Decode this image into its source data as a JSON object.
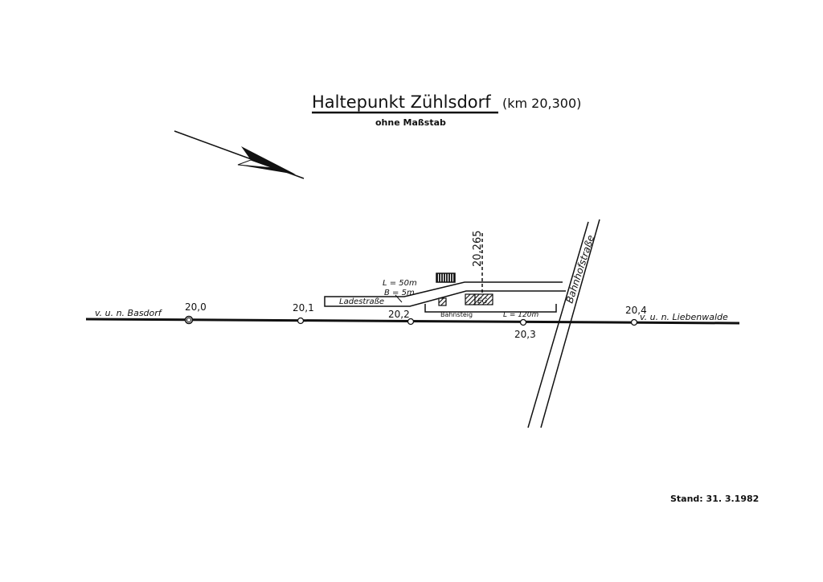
{
  "title": "Haltepunkt  Zühlsdorf",
  "title_km": "(km 20,300)",
  "subtitle": "ohne Maßstab",
  "stand": "Stand:  31. 3.1982",
  "labels": {
    "from": "v. u. n.  Basdorf",
    "to": "v. u. n.  Liebenwalde",
    "km200": "20,0",
    "km201": "20,1",
    "km202": "20,2",
    "km203": "20,3",
    "km204": "20,4",
    "km20265": "20,265",
    "ladestrasse": "Ladestraße",
    "lade_l": "L = 50m",
    "lade_b": "B = 5m",
    "bahnsteig": "Bahnsteig",
    "bahnsteig_l": "L = 120m",
    "eg": "EG",
    "bahnhofstrasse": "Bahnhofstraße"
  },
  "colors": {
    "ink": "#111111",
    "paper": "#ffffff"
  }
}
